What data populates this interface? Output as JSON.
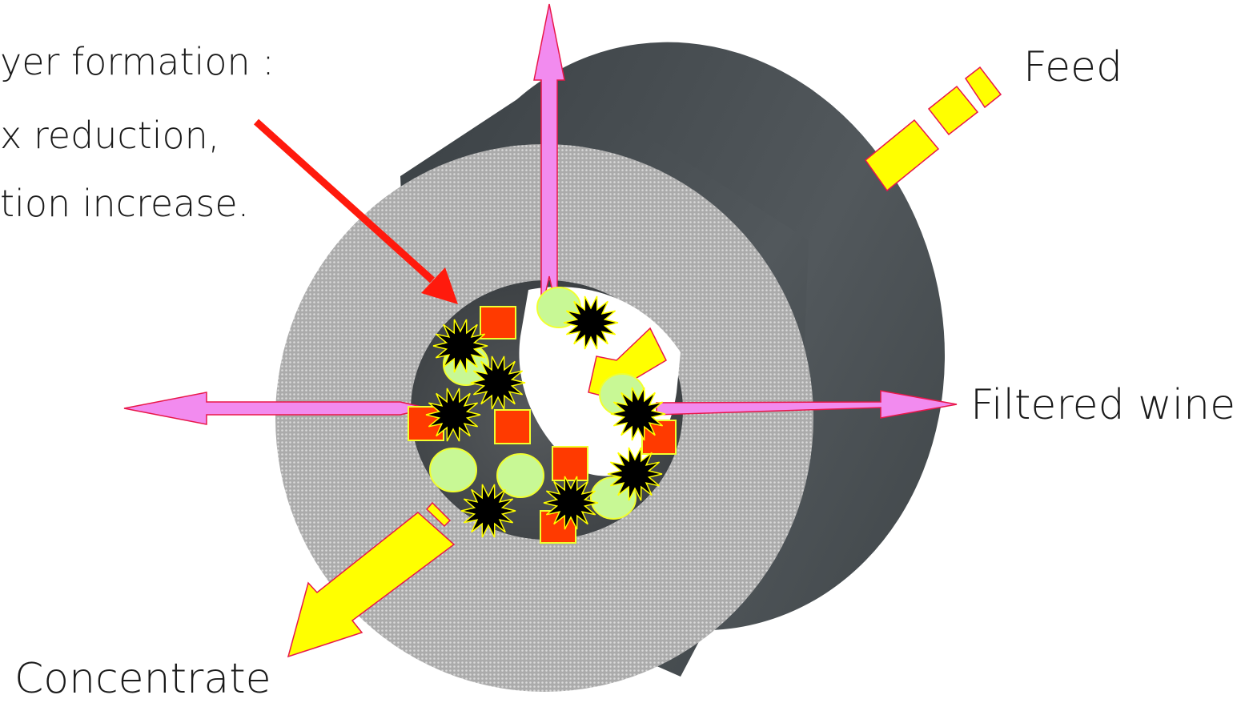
{
  "annotation": {
    "lines": [
      "yer formation :",
      "x reduction,",
      "tion increase."
    ]
  },
  "labels": {
    "feed": "Feed",
    "filtered_wine": "Filtered wine",
    "concentrate": "Concentrate"
  },
  "colors": {
    "tube_outer": "#4a5054",
    "membrane": "#b3b3b3",
    "bore": "#454b4f",
    "flow_arrow": "#ffff00",
    "flow_outline": "#e8174a",
    "permeate_arrow": "#f28bef",
    "pointer_arrow": "#ff1a0d",
    "particle_round": "#c8f895",
    "particle_square": "#ff3a00",
    "particle_star": "#000000"
  },
  "icons": [
    "membrane-tube-icon",
    "round-particle-icon",
    "square-particle-icon",
    "star-particle-icon"
  ]
}
